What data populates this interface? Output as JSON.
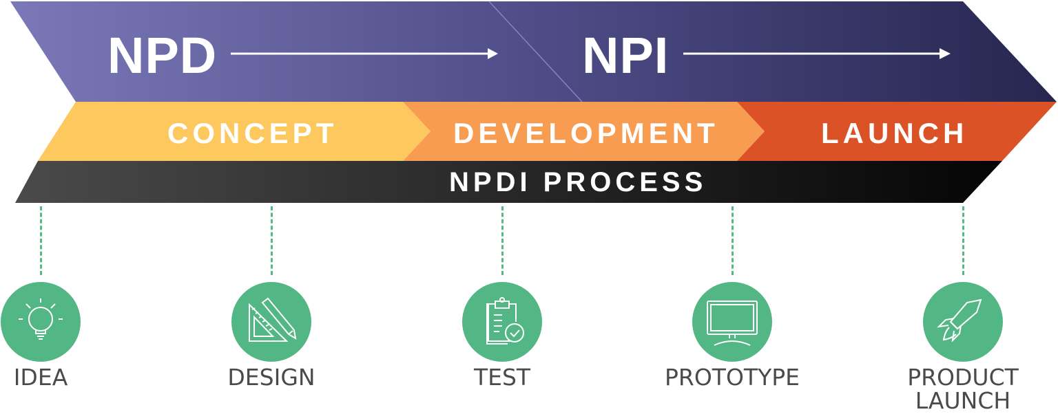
{
  "diagram": {
    "top_labels": [
      {
        "text": "NPD",
        "arrow": "right-arrow"
      },
      {
        "text": "NPI",
        "arrow": "right-arrow"
      }
    ],
    "phases": [
      {
        "label": "CONCEPT",
        "color": "#fdc95e"
      },
      {
        "label": "DEVELOPMENT",
        "color": "#f89c52"
      },
      {
        "label": "LAUNCH",
        "color": "#dc5227"
      }
    ],
    "process_label": "NPDI PROCESS",
    "colors": {
      "top_band_start": "#7b78b8",
      "top_band_end": "#26264f",
      "process_band_start": "#4a4a4a",
      "process_band_end": "#050505",
      "milestone_green": "#53b785",
      "label_gray": "#4a4a4a"
    },
    "milestones": [
      {
        "label": "IDEA",
        "icon": "lightbulb-icon"
      },
      {
        "label": "DESIGN",
        "icon": "ruler-pencil-icon"
      },
      {
        "label": "TEST",
        "icon": "clipboard-check-icon"
      },
      {
        "label": "PROTOTYPE",
        "icon": "monitor-icon"
      },
      {
        "label": "PRODUCT LAUNCH",
        "icon": "rocket-icon"
      }
    ]
  }
}
